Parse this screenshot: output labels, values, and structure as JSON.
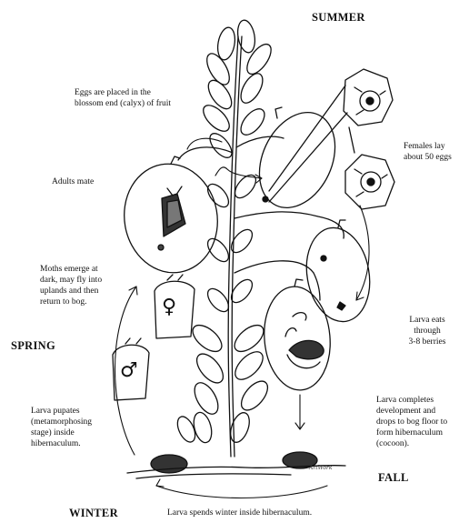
{
  "seasons": {
    "summer": "SUMMER",
    "spring": "SPRING",
    "fall": "FALL",
    "winter": "WINTER"
  },
  "captions": {
    "eggs_line1": "Eggs are placed in the",
    "eggs_line2": "blossom end (calyx) of fruit",
    "adults_mate": "Adults mate",
    "females_line1": "Females lay",
    "females_line2": "about 50 eggs",
    "moths_line1": "Moths emerge at",
    "moths_line2": "dark, may fly into",
    "moths_line3": "uplands and then",
    "moths_line4": "return to bog.",
    "larva_eats_line1": "Larva eats",
    "larva_eats_line2": "through",
    "larva_eats_line3": "3-8 berries",
    "pupates_line1": "Larva pupates",
    "pupates_line2": "(metamorphosing",
    "pupates_line3": "stage)  inside",
    "pupates_line4": "hibernaculum.",
    "completes_line1": "Larva completes",
    "completes_line2": "development and",
    "completes_line3": "drops to bog floor to",
    "completes_line4": "form hibernaculum",
    "completes_line5": "(cocoon).",
    "winter_caption": "Larva spends winter inside hibernaculum."
  },
  "symbols": {
    "female": "♀",
    "male": "♂"
  }
}
